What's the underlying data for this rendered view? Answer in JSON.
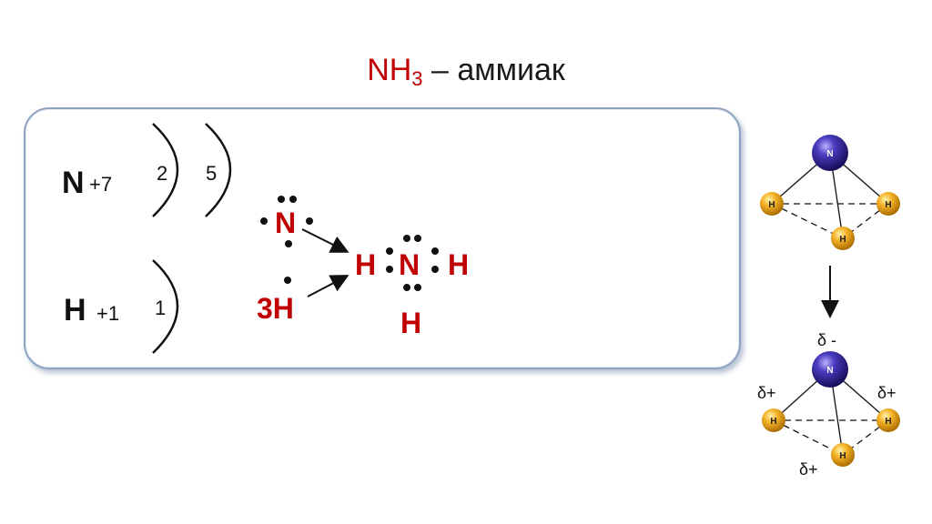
{
  "title": {
    "formula_main": "NH",
    "formula_sub": "3",
    "rest": " – аммиак"
  },
  "electron_config": {
    "nitrogen": {
      "symbol": "N",
      "charge": "+7",
      "shells": [
        "2",
        "5"
      ]
    },
    "hydrogen": {
      "symbol": "H",
      "charge": "+1",
      "shells": [
        "1"
      ]
    }
  },
  "lewis": {
    "reactant_n": "N",
    "reactant_h": "3H",
    "product_center": "N",
    "product_left_h": "H",
    "product_right_h": "H",
    "product_bottom_h": "H"
  },
  "molecule_3d": {
    "atom_n": "N",
    "atom_h": "H",
    "delta_minus": "δ -",
    "delta_plus": "δ+"
  },
  "colors": {
    "accent_red": "#c00000",
    "panel_border": "#8fa3c0",
    "nitrogen_atom": "#2a1f8f",
    "hydrogen_atom": "#f0a818"
  }
}
